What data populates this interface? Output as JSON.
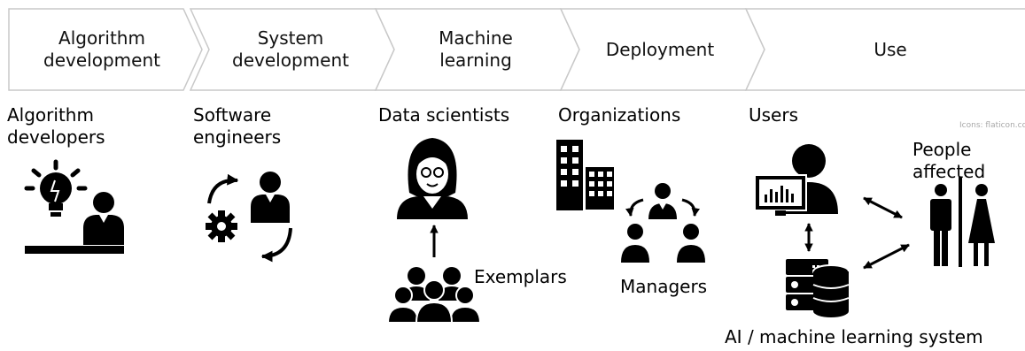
{
  "stages": [
    {
      "label": "Algorithm\ndevelopment"
    },
    {
      "label": "System\ndevelopment"
    },
    {
      "label": "Machine\nlearning"
    },
    {
      "label": "Deployment"
    },
    {
      "label": "Use"
    }
  ],
  "actors": {
    "algorithm_developers": "Algorithm\ndevelopers",
    "software_engineers": "Software\nengineers",
    "data_scientists": "Data scientists",
    "organizations": "Organizations",
    "users": "Users",
    "people_affected": "People\naffected",
    "exemplars": "Exemplars",
    "managers": "Managers",
    "ai_system": "AI / machine learning system"
  },
  "credit": "Icons: flaticon.com",
  "colors": {
    "chevron_stroke": "#c8c8c8",
    "icon": "#000000",
    "credit": "#a8a8a8"
  }
}
